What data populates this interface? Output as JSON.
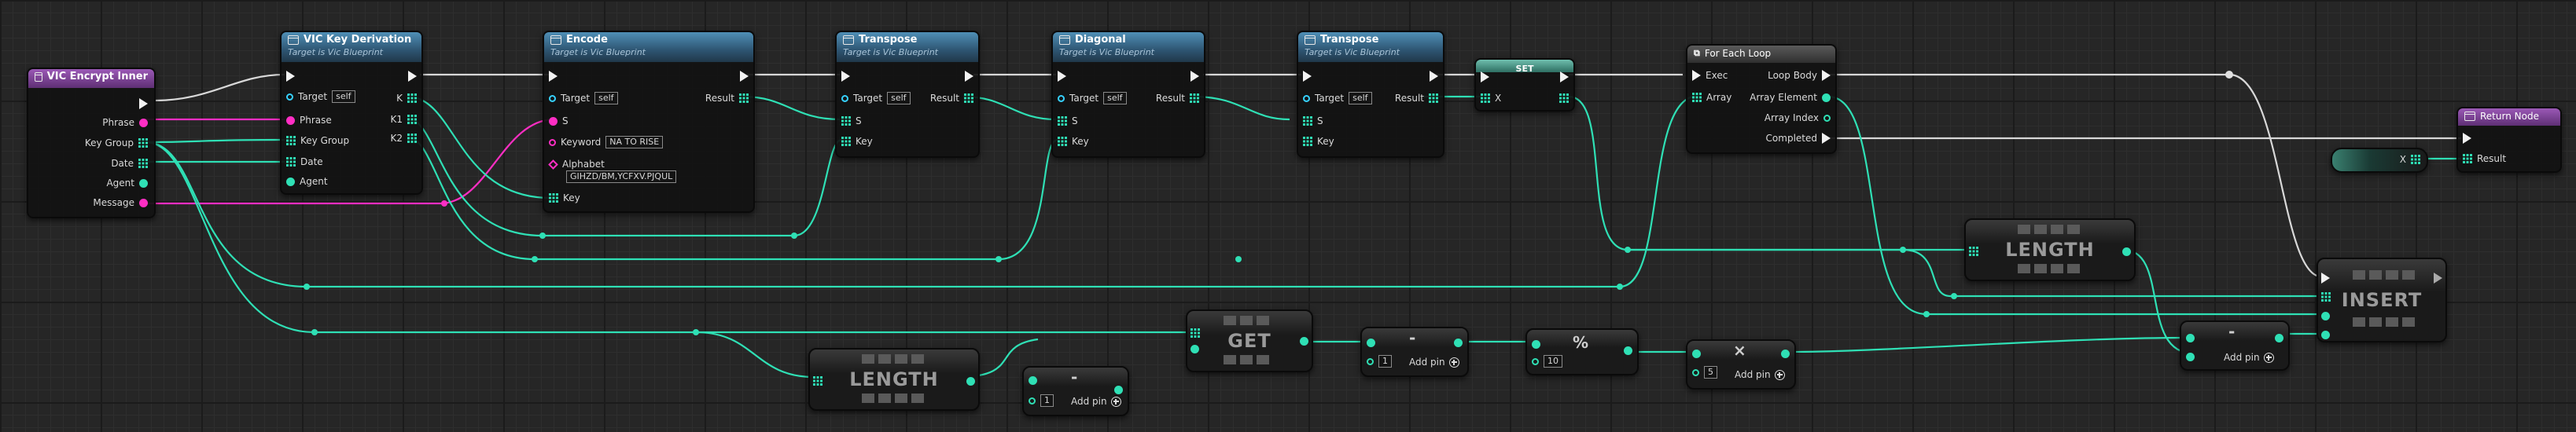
{
  "nodes": {
    "vic_encrypt_inner": {
      "title": "VIC Encrypt Inner",
      "outputs": [
        "Phrase",
        "Key Group",
        "Date",
        "Agent",
        "Message"
      ]
    },
    "vic_key_derivation": {
      "title": "VIC Key Derivation",
      "subtitle": "Target is Vic Blueprint",
      "inputs": [
        "Target",
        "Phrase",
        "Key Group",
        "Date",
        "Agent"
      ],
      "target_default": "self",
      "outputs": [
        "K",
        "K1",
        "K2"
      ]
    },
    "encode": {
      "title": "Encode",
      "subtitle": "Target is Vic Blueprint",
      "inputs": [
        "Target",
        "S",
        "Keyword",
        "Alphabet",
        "Key"
      ],
      "target_default": "self",
      "keyword_default": "NA TO RISE",
      "alphabet_default": "GIHZD/BM,YCFXV.PJQUL",
      "output": "Result"
    },
    "transpose_1": {
      "title": "Transpose",
      "subtitle": "Target is Vic Blueprint",
      "inputs": [
        "Target",
        "S",
        "Key"
      ],
      "target_default": "self",
      "output": "Result"
    },
    "diagonal": {
      "title": "Diagonal",
      "subtitle": "Target is Vic Blueprint",
      "inputs": [
        "Target",
        "S",
        "Key"
      ],
      "target_default": "self",
      "output": "Result"
    },
    "transpose_2": {
      "title": "Transpose",
      "subtitle": "Target is Vic Blueprint",
      "inputs": [
        "Target",
        "S",
        "Key"
      ],
      "target_default": "self",
      "output": "Result"
    },
    "set": {
      "title": "SET",
      "input": "X"
    },
    "for_each_loop": {
      "title": "For Each Loop",
      "inputs": [
        "Exec",
        "Array"
      ],
      "outputs": [
        "Loop Body",
        "Array Element",
        "Array Index",
        "Completed"
      ]
    },
    "return_node": {
      "title": "Return Node",
      "input": "Result"
    },
    "get_x": {
      "label": "X"
    },
    "length_1": {
      "label": "LENGTH"
    },
    "length_2": {
      "label": "LENGTH"
    },
    "get": {
      "label": "GET"
    },
    "insert": {
      "label": "INSERT"
    },
    "subtract_1": {
      "op": "-",
      "value": "1",
      "add_pin": "Add pin"
    },
    "subtract_2": {
      "op": "-",
      "value": "1",
      "add_pin": "Add pin"
    },
    "subtract_3": {
      "op": "-",
      "add_pin": "Add pin"
    },
    "modulo": {
      "op": "%",
      "value": "10"
    },
    "multiply": {
      "op": "×",
      "value": "5",
      "add_pin": "Add pin"
    }
  },
  "colors": {
    "exec": "#f2f2f2",
    "int_array": "#2fe0b5",
    "string": "#ff2ec4",
    "object": "#36d1ff",
    "header_blue": "#2e5572",
    "header_purple": "#5e2f74"
  }
}
